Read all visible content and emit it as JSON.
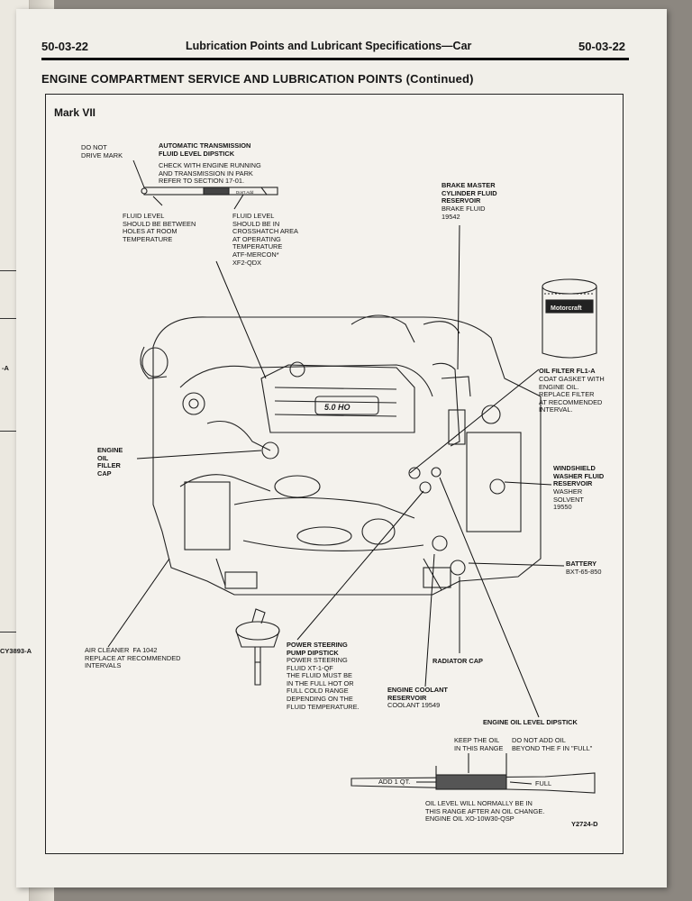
{
  "header": {
    "page_left": "50-03-22",
    "center_title": "Lubrication Points and Lubricant Specifications—Car",
    "page_right": "50-03-22"
  },
  "section_title": "ENGINE COMPARTMENT SERVICE AND LUBRICATION POINTS (Continued)",
  "model": "Mark VII",
  "left_page_codes": [
    "-A",
    "CY3893-A"
  ],
  "labels": {
    "do_not_drive": "DO NOT\nDRIVE MARK",
    "atf_title": "AUTOMATIC TRANSMISSION\nFLUID LEVEL DIPSTICK",
    "atf_body": "CHECK WITH ENGINE RUNNING\nAND TRANSMISSION IN PARK\nREFER TO SECTION 17-01.",
    "fluid_room": "FLUID LEVEL\nSHOULD BE BETWEEN\nHOLES AT ROOM\nTEMPERATURE",
    "fluid_crosshatch": "FLUID LEVEL\nSHOULD BE IN\nCROSSHATCH AREA\nAT OPERATING\nTEMPERATURE\nATF-MERCON*\nXF2-QDX",
    "brake_title": "BRAKE MASTER\nCYLINDER FLUID\nRESERVOIR",
    "brake_body": "BRAKE FLUID\n19542",
    "oil_filter_title": "OIL FILTER FL1-A",
    "oil_filter_body": "COAT GASKET WITH\nENGINE OIL.\nREPLACE FILTER\nAT RECOMMENDED\nINTERVAL.",
    "oil_filler": "ENGINE\nOIL\nFILLER\nCAP",
    "washer_title": "WINDSHIELD\nWASHER FLUID\nRESERVOIR",
    "washer_body": "WASHER\nSOLVENT\n19550",
    "battery_title": "BATTERY",
    "battery_body": "BXT-65-850",
    "air_cleaner": "AIR CLEANER  FA 1042\nREPLACE AT RECOMMENDED\nINTERVALS",
    "ps_title": "POWER STEERING\nPUMP DIPSTICK",
    "ps_body": "POWER STEERING\nFLUID XT-1-QF\nTHE FLUID MUST BE\nIN THE FULL HOT OR\nFULL COLD RANGE\nDEPENDING ON THE\nFLUID TEMPERATURE.",
    "radiator_cap": "RADIATOR CAP",
    "coolant_title": "ENGINE COOLANT\nRESERVOIR",
    "coolant_body": "COOLANT 19549",
    "eng_dipstick": "ENGINE OIL LEVEL DIPSTICK",
    "keep_oil": "KEEP THE OIL\nIN THIS RANGE",
    "do_not_add": "DO NOT ADD OIL\nBEYOND THE F IN \"FULL\"",
    "add_qt": "ADD 1 QT.",
    "full": "FULL",
    "oil_note": "OIL LEVEL WILL NORMALLY BE IN\nTHIS RANGE AFTER AN OIL CHANGE.\nENGINE OIL XO-10W30-QSP",
    "fig_code": "Y2724-D",
    "atf_stick_text": "Don't Add",
    "filter_brand": "Motorcraft",
    "engine_badge": "5.0 HO"
  }
}
